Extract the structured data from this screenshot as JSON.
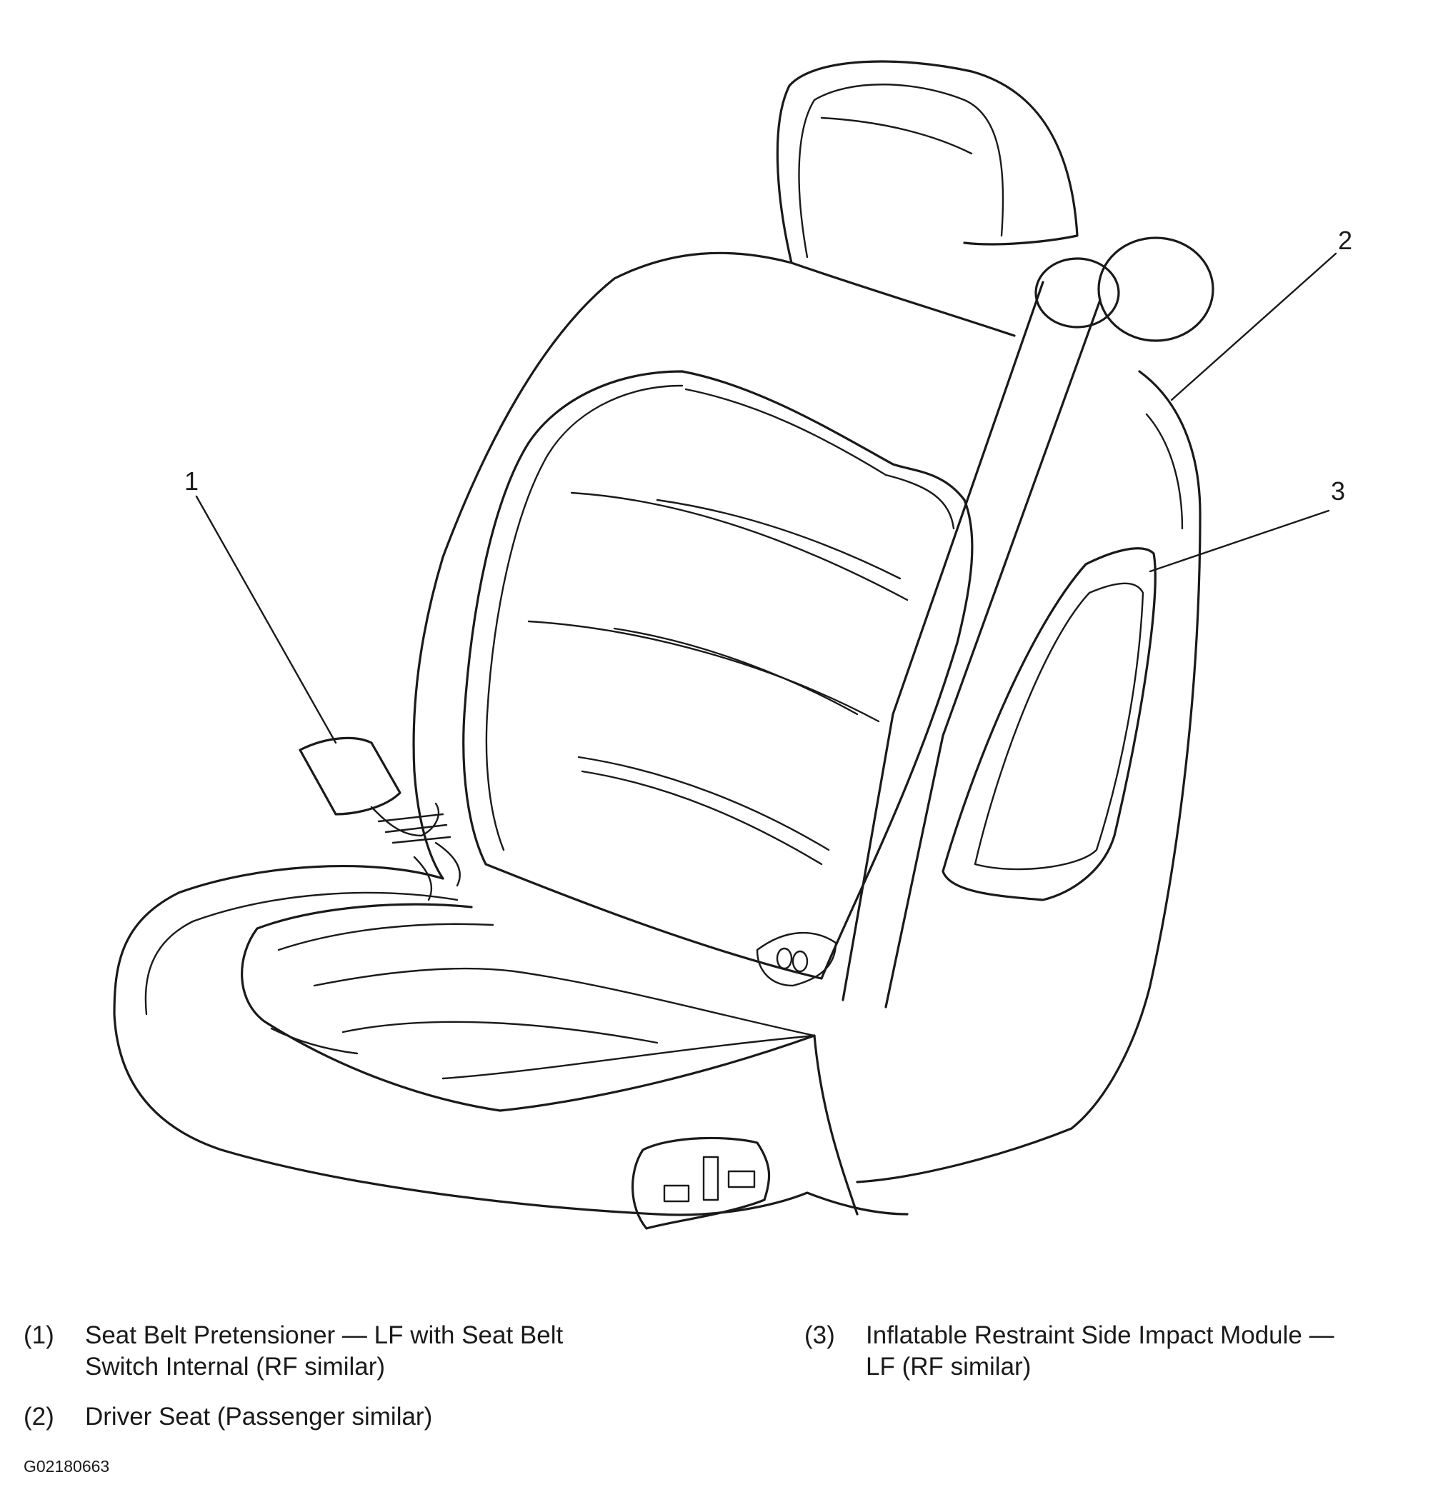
{
  "callouts": [
    {
      "id": "1",
      "label": "1"
    },
    {
      "id": "2",
      "label": "2"
    },
    {
      "id": "3",
      "label": "3"
    }
  ],
  "legend": [
    {
      "num": "(1)",
      "text": "Seat Belt Pretensioner — LF with Seat Belt\nSwitch Internal (RF similar)"
    },
    {
      "num": "(2)",
      "text": "Driver Seat (Passenger similar)"
    },
    {
      "num": "(3)",
      "text": "Inflatable Restraint Side Impact Module —\nLF (RF similar)"
    }
  ],
  "figure_id": "G02180663"
}
